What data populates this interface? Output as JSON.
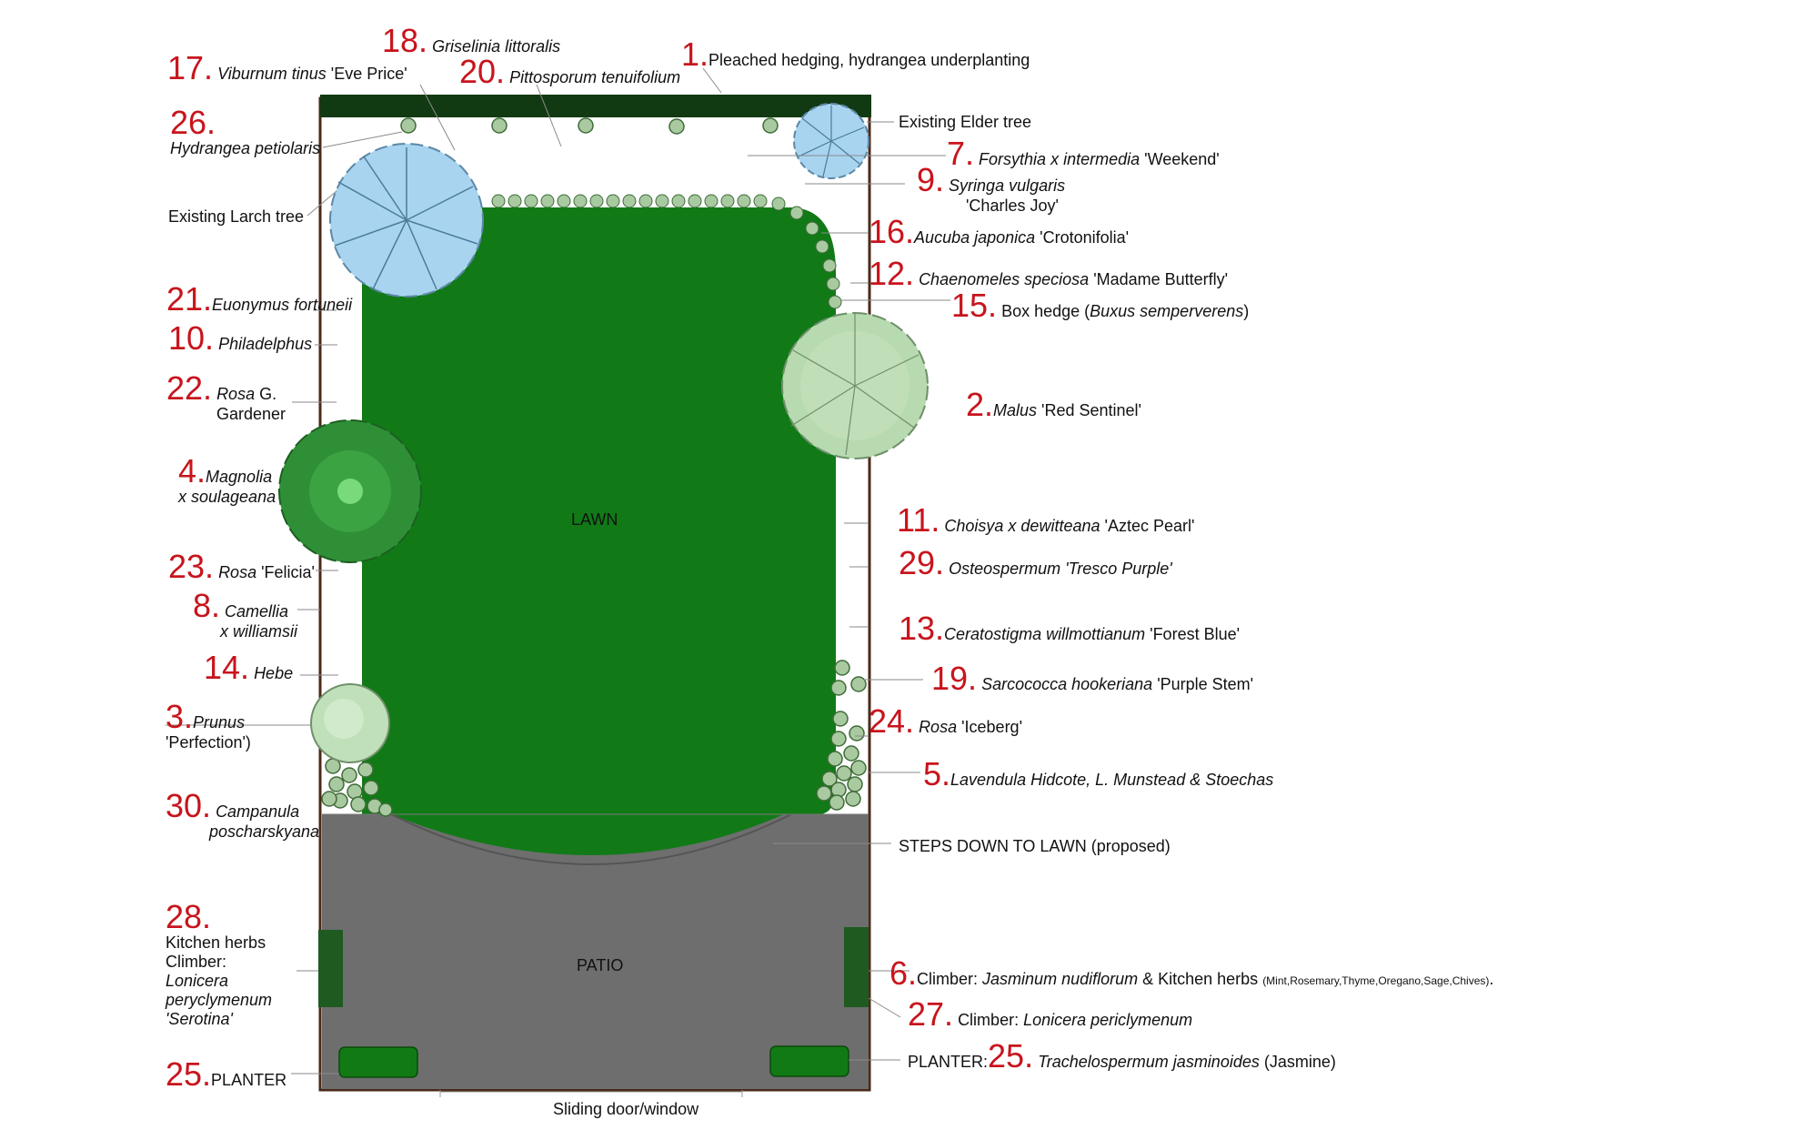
{
  "colors": {
    "number": "#c8141c",
    "lawn": "#117a17",
    "patio": "#6e6e6e",
    "hedge": "#123a12",
    "fence": "#4a2a1a",
    "tree_blue": "#a8d4f0",
    "tree_green": "#2f8f36",
    "tree_pale": "#b7dab0",
    "planter": "#127a15",
    "box_ball": "#a9c9a0"
  },
  "areas": {
    "lawn": "LAWN",
    "patio": "PATIO",
    "sliding_door": "Sliding door/window"
  },
  "labels": {
    "l17": {
      "num": "17.",
      "it": "Viburnum tinus",
      "rest": " 'Eve Price'"
    },
    "l18": {
      "num": "18.",
      "it": "Griselinia littoralis"
    },
    "l20": {
      "num": "20.",
      "it": "Pittosporum tenuifolium"
    },
    "l1": {
      "num": "1.",
      "rest": "Pleached hedging, hydrangea underplanting"
    },
    "l26": {
      "num": "26.",
      "it": "Hydrangea petiolaris"
    },
    "elder": {
      "text": "Existing Elder tree"
    },
    "l7": {
      "num": "7.",
      "it": "Forsythia x intermedia",
      "rest": " 'Weekend'"
    },
    "l9": {
      "num": "9.",
      "it": "Syringa vulgaris",
      "line2": "'Charles Joy'"
    },
    "larch": {
      "text": "Existing Larch tree"
    },
    "l16": {
      "num": "16.",
      "it": "Aucuba japonica",
      "rest": " 'Crotonifolia'"
    },
    "l12": {
      "num": "12.",
      "it": "Chaenomeles speciosa",
      "rest": " 'Madame Butterfly'"
    },
    "l15": {
      "num": "15.",
      "pre": "Box hedge (",
      "it": "Buxus semperverens",
      "rest": ")"
    },
    "l21": {
      "num": "21.",
      "it": "Euonymus fortuneii"
    },
    "l10": {
      "num": "10.",
      "it": "Philadelphus"
    },
    "l22": {
      "num": "22.",
      "it": "Rosa",
      "rest": " G.",
      "line2": "Gardener"
    },
    "l2": {
      "num": "2.",
      "it": "Malus",
      "rest": " 'Red Sentinel'"
    },
    "l4": {
      "num": "4.",
      "it": "Magnolia",
      "line2": "x soulageana"
    },
    "l11": {
      "num": "11.",
      "it": "Choisya x dewitteana",
      "rest": " 'Aztec Pearl'"
    },
    "l23": {
      "num": "23.",
      "it": "Rosa",
      "rest": " 'Felicia'"
    },
    "l29": {
      "num": "29.",
      "it": "Osteospermum 'Tresco Purple'"
    },
    "l8": {
      "num": "8.",
      "it": "Camellia",
      "line2": "x williamsii"
    },
    "l13": {
      "num": "13.",
      "it": "Ceratostigma willmottianum",
      "rest": " 'Forest Blue'"
    },
    "l14": {
      "num": "14.",
      "it": "Hebe"
    },
    "l19": {
      "num": "19.",
      "it": "Sarcococca hookeriana",
      "rest": " 'Purple Stem'"
    },
    "l3": {
      "num": "3.",
      "it": "Prunus",
      "line2": "'Perfection')"
    },
    "l24": {
      "num": "24.",
      "it": "Rosa",
      "rest": " 'Iceberg'"
    },
    "l5": {
      "num": "5.",
      "it": "Lavendula Hidcote, L. Munstead &  Stoechas"
    },
    "l30": {
      "num": "30.",
      "it": "Campanula",
      "line2": "poscharskyana"
    },
    "steps": {
      "text": "STEPS DOWN TO LAWN (proposed)"
    },
    "l28": {
      "num": "28.",
      "line1": "Kitchen herbs",
      "line2": "Climber:",
      "it3": "Lonicera",
      "it4": "peryclymenum",
      "it5": "'Serotina'"
    },
    "l6": {
      "num": "6.",
      "pre": "Climber: ",
      "it": "Jasminum nudiflorum",
      "rest": " & Kitchen herbs ",
      "small": "(Mint,Rosemary,Thyme,Oregano,Sage,Chives)",
      "end": "."
    },
    "l27": {
      "num": "27.",
      "pre": "Climber: ",
      "it": "Lonicera periclymenum"
    },
    "l25a": {
      "num": "25.",
      "rest": "PLANTER"
    },
    "l25b": {
      "pre": "PLANTER:",
      "num": "25.",
      "it": "Trachelospermum jasminoides",
      "rest": " (Jasmine)"
    }
  }
}
